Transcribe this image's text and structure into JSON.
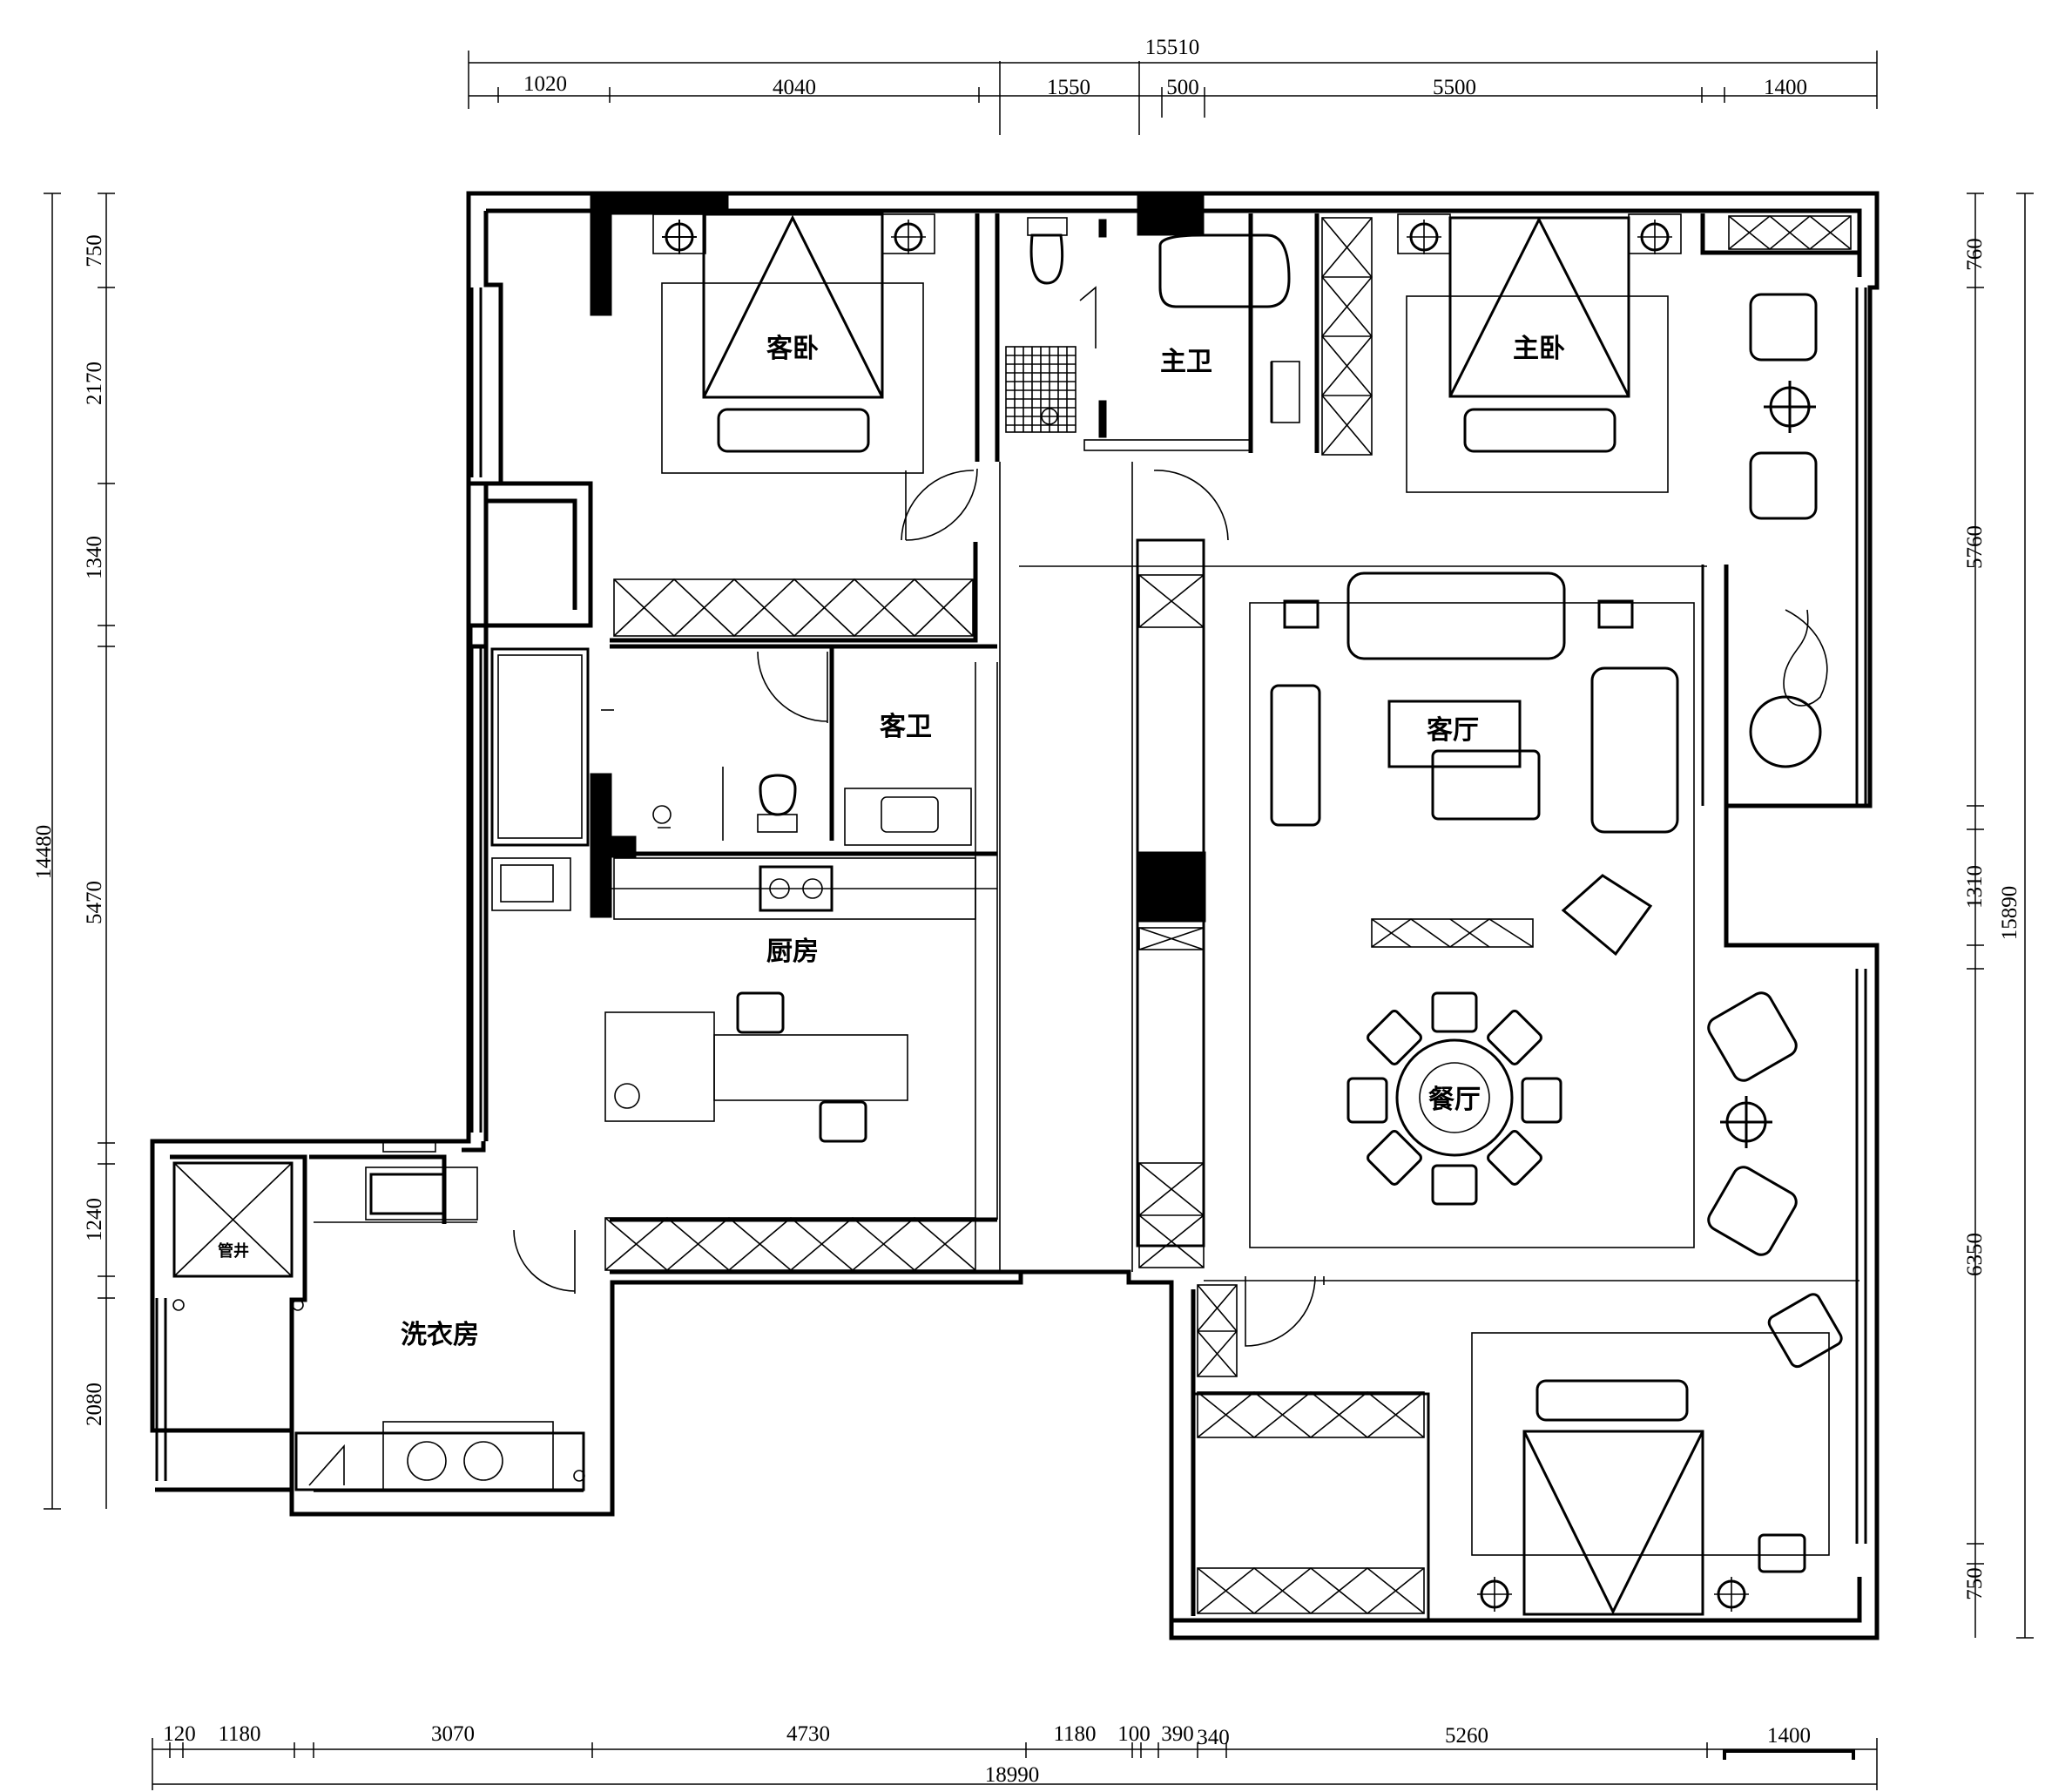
{
  "plan": {
    "top_dims": {
      "overall": "15510",
      "segments": [
        "1020",
        "4040",
        "1550",
        "500",
        "5500",
        "1400"
      ]
    },
    "bottom_dims": {
      "overall": "18990",
      "segments": [
        "120",
        "1180",
        "3070",
        "4730",
        "1180",
        "100",
        "390",
        "340",
        "5260",
        "1400"
      ]
    },
    "left_dims": {
      "overall": "14480",
      "segments": [
        "750",
        "2170",
        "1340",
        "5470",
        "1240",
        "2080"
      ]
    },
    "right_dims": {
      "overall": "15890",
      "segments": [
        "760",
        "5760",
        "1310",
        "6350",
        "750"
      ]
    },
    "rooms": {
      "guest_bedroom": "客卧",
      "master_bath": "主卫",
      "master_bedroom": "主卧",
      "guest_bath": "客卫",
      "living_room": "客厅",
      "kitchen": "厨房",
      "dining": "餐厅",
      "laundry": "洗衣房",
      "shaft": "管井"
    }
  }
}
